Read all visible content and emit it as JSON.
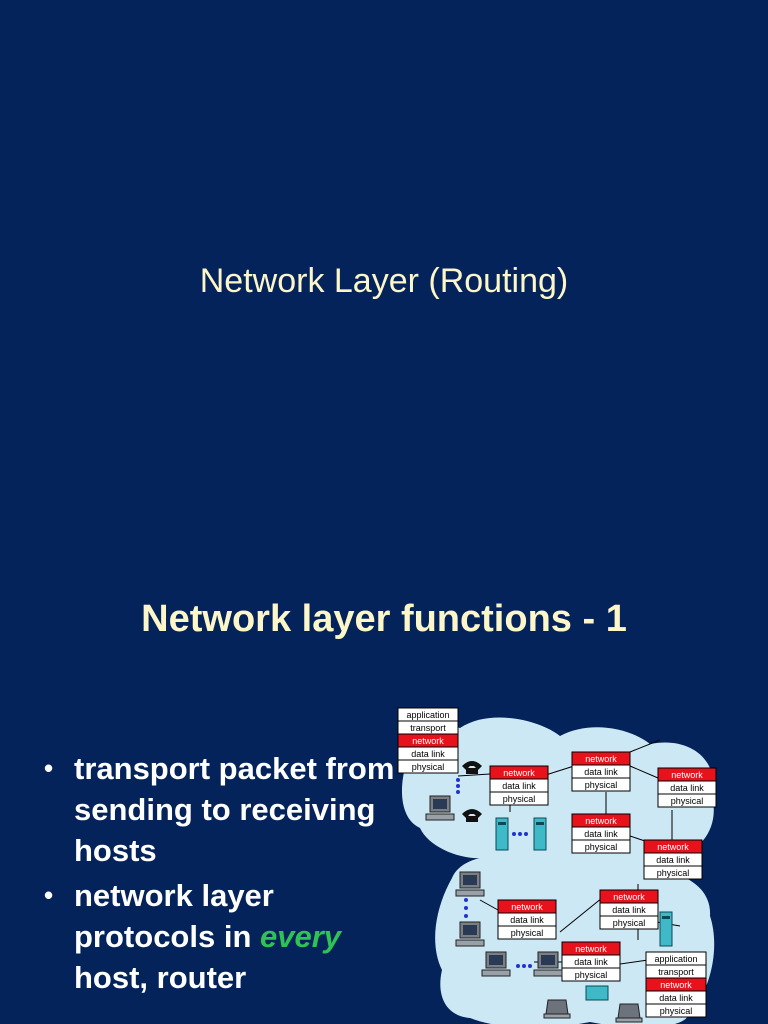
{
  "slide1": {
    "title": "Network Layer (Routing)"
  },
  "slide2": {
    "title": "Network layer functions - 1",
    "bullets": [
      {
        "before": "transport packet from sending to receiving hosts",
        "em": "",
        "after": ""
      },
      {
        "before": "network layer protocols in ",
        "em": "every",
        "after": " host, router"
      }
    ]
  },
  "diagram": {
    "host_stack_labels": [
      "application",
      "transport",
      "network",
      "data link",
      "physical"
    ],
    "router_stack_labels": [
      "network",
      "data link",
      "physical"
    ]
  },
  "colors": {
    "background": "#03235a",
    "title": "#fdf6c9",
    "emphasis": "#2fc254",
    "cloud": "#cce8f4",
    "network_layer": "#e8121c"
  }
}
